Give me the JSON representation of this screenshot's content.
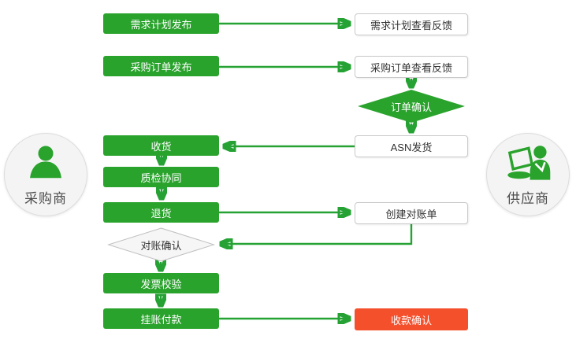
{
  "palette": {
    "green": "#2aa32d",
    "line": "#25a233",
    "red": "#f4502c",
    "box-border": "#c9c9c9",
    "text-dark": "#333333",
    "circle-fill": "#f4f4f4",
    "circle-border": "#dddddd"
  },
  "actors": {
    "buyer": "采购商",
    "supplier": "供应商"
  },
  "nodes": {
    "demand_plan_publish": "需求计划发布",
    "demand_plan_feedback": "需求计划查看反馈",
    "po_publish": "采购订单发布",
    "po_feedback": "采购订单查看反馈",
    "order_confirm": "订单确认",
    "receive_goods": "收货",
    "asn_ship": "ASN发货",
    "quality_collab": "质检协同",
    "return_goods": "退货",
    "create_statement": "创建对账单",
    "statement_confirm": "对账确认",
    "invoice_check": "发票校验",
    "book_payment": "挂账付款",
    "receipt_confirm": "收款确认"
  }
}
